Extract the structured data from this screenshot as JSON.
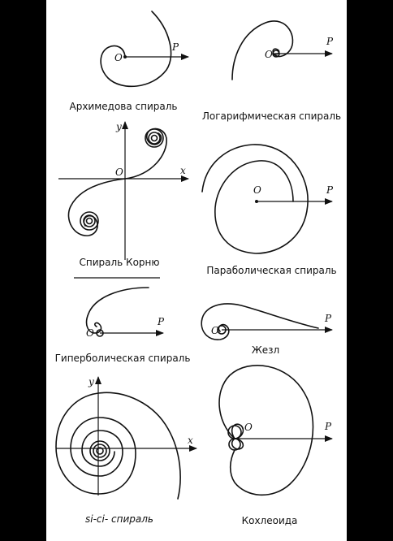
{
  "figures": {
    "archimedes": {
      "caption": "Архимедова спираль",
      "origin": "O",
      "ray": "P"
    },
    "logarithmic": {
      "caption": "Логарифмическая спираль",
      "origin": "O",
      "ray": "P"
    },
    "cornu": {
      "caption": "Спираль Корню",
      "origin": "O",
      "x_axis": "x",
      "y_axis": "y"
    },
    "parabolic": {
      "caption": "Параболическая спираль",
      "origin": "O",
      "ray": "P"
    },
    "hyperbolic": {
      "caption": "Гиперболическая спираль",
      "origin": "O",
      "ray": "P"
    },
    "lituus": {
      "caption": "Жезл",
      "origin": "O",
      "ray": "P"
    },
    "sici": {
      "caption": "si-ci- спираль",
      "x_axis": "x",
      "y_axis": "y"
    },
    "cochleoid": {
      "caption": "Кохлеоида",
      "origin": "O",
      "ray": "P"
    }
  }
}
